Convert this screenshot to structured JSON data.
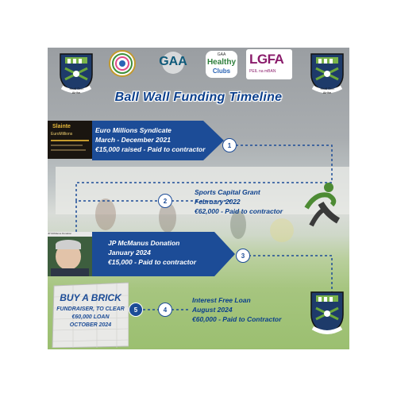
{
  "title": "Ball Wall Funding Timeline",
  "logos": {
    "crest_left_motto": "Shall Dun Airthe",
    "crest_right_motto": "Shall Dun Airthe",
    "gaa": "GAA",
    "healthy_clubs_top": "GAA",
    "healthy_clubs_main": "Healthy",
    "healthy_clubs_sub": "Clubs",
    "lgfa": "LGFA",
    "lgfa_sub": "PEIL na mBAN"
  },
  "milestones": [
    {
      "num": "1",
      "title": "Euro Millions Syndicate",
      "date": "March - December 2021",
      "detail": "€15,000 raised - Paid to contractor"
    },
    {
      "num": "2",
      "title": "Sports Capital Grant",
      "date": "February 2022",
      "detail": "€62,000 - Paid to contractor"
    },
    {
      "num": "3",
      "title": "JP McManus Donation",
      "date": "January 2024",
      "detail": "€15,000 - Paid to contractor"
    },
    {
      "num": "4",
      "title": "Interest Free Loan",
      "date": "August 2024",
      "detail": "€60,000 - Paid to Contractor"
    },
    {
      "num": "5"
    }
  ],
  "brick_sign": {
    "line1": "BUY A BRICK",
    "line2": "FUNDRAISER, TO CLEAR",
    "line3": "€60,000 LOAN",
    "line4": "OCTOBER 2024"
  },
  "euro_poster": {
    "line1": "Slainte",
    "line2": "EuroMillions"
  },
  "jp_caption": "JP McManus Donation",
  "colors": {
    "brand_blue": "#1c4c97",
    "title_blue": "#0b3f8c",
    "grass": "#9bbf70"
  }
}
